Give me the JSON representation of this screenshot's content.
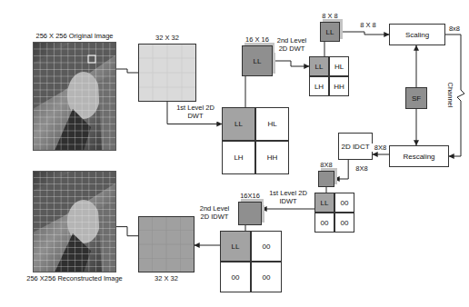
{
  "diagram": {
    "nodes": [
      {
        "text": [
          "256 X 256 Original Image"
        ]
      },
      {
        "text": [
          "32 X 32"
        ]
      },
      {
        "text": [
          "16 X 16",
          "LL"
        ]
      },
      {
        "text": [
          "LL"
        ]
      },
      {
        "text": [
          "HL"
        ]
      },
      {
        "text": [
          "LH"
        ]
      },
      {
        "text": [
          "HH"
        ]
      },
      {
        "text": [
          "8 X 8",
          "LL"
        ]
      },
      {
        "text": [
          "LL"
        ]
      },
      {
        "text": [
          "HL"
        ]
      },
      {
        "text": [
          "LH"
        ]
      },
      {
        "text": [
          "HH"
        ]
      },
      {
        "text": [
          "Scaling"
        ]
      },
      {
        "text": [
          "SF"
        ]
      },
      {
        "text": [
          "Rescaling"
        ]
      },
      {
        "text": [
          "2D IDCT"
        ]
      },
      {
        "text": [
          "8X8"
        ]
      },
      {
        "text": [
          "LL"
        ]
      },
      {
        "text": [
          "00"
        ]
      },
      {
        "text": [
          "00"
        ]
      },
      {
        "text": [
          "00"
        ]
      },
      {
        "text": [
          "16X16"
        ]
      },
      {
        "text": [
          "LL"
        ]
      },
      {
        "text": [
          "00"
        ]
      },
      {
        "text": [
          "00"
        ]
      },
      {
        "text": [
          "00"
        ]
      },
      {
        "text": [
          "32 X 32"
        ]
      },
      {
        "text": [
          "256 X256 Reconstructed Image"
        ]
      }
    ],
    "edges": [
      {
        "from": 0,
        "to": 1,
        "arrow": "none"
      },
      {
        "from": 1,
        "to": 3,
        "arrow": "to",
        "label": "1st Level 2D DWT"
      },
      {
        "from": 3,
        "to": 2,
        "arrow": "none"
      },
      {
        "from": 2,
        "to": 8,
        "arrow": "to",
        "label": "2nd Level 2D DWT"
      },
      {
        "from": 8,
        "to": 7,
        "arrow": "none"
      },
      {
        "from": 7,
        "to": 12,
        "arrow": "to",
        "label": "8 X 8"
      },
      {
        "from": 12,
        "to": 14,
        "arrow": "to",
        "label": "Channel"
      },
      {
        "from": 13,
        "to": 12,
        "arrow": "to"
      },
      {
        "from": 13,
        "to": 14,
        "arrow": "to"
      },
      {
        "from": 14,
        "to": 15,
        "arrow": "to",
        "label": "8X8"
      },
      {
        "from": 15,
        "to": 16,
        "arrow": "to",
        "label": "8X8"
      },
      {
        "from": 16,
        "to": 17,
        "arrow": "none"
      },
      {
        "from": 17,
        "to": 21,
        "arrow": "to",
        "label": "1st Level 2D IDWT"
      },
      {
        "from": 22,
        "to": 21,
        "arrow": "none"
      },
      {
        "from": 22,
        "to": 26,
        "arrow": "to",
        "label": "2nd Level 2D IDWT"
      },
      {
        "from": 26,
        "to": 27,
        "arrow": "none"
      }
    ],
    "labels": [
      "8x8"
    ]
  }
}
